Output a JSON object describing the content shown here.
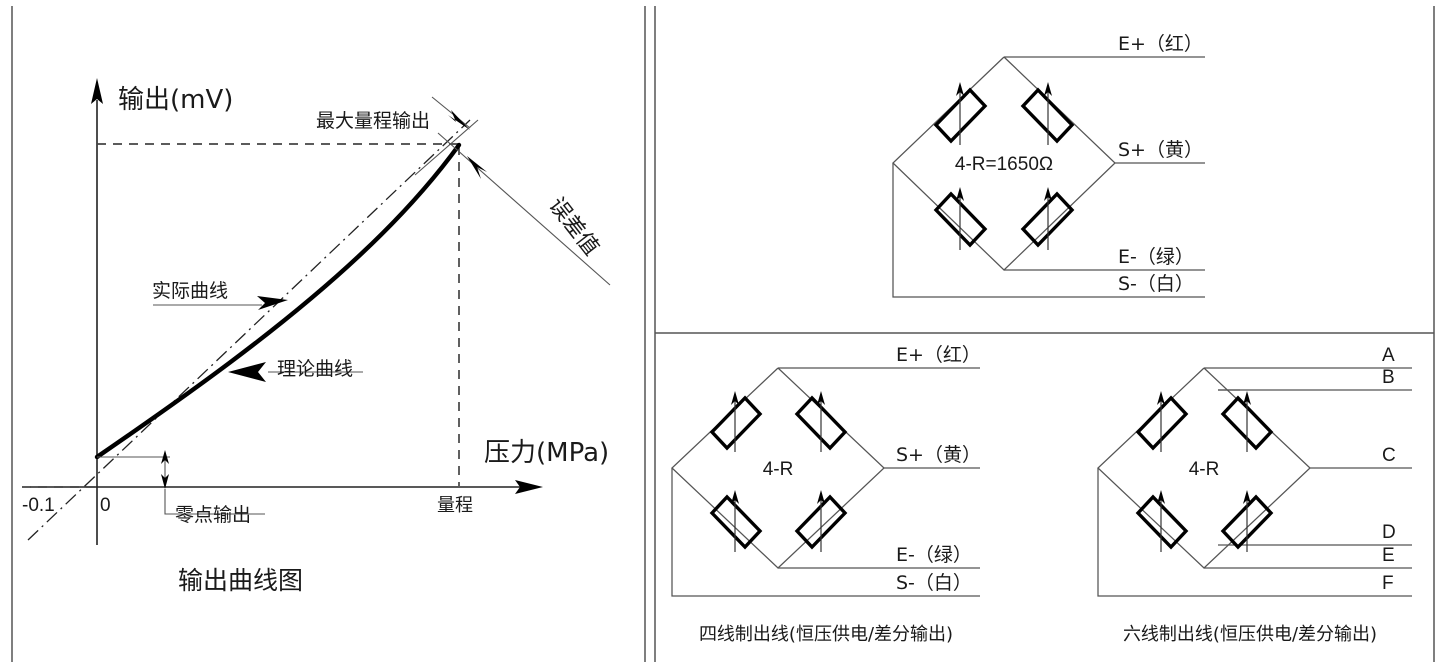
{
  "panels": {
    "left": {
      "title": "输出曲线图",
      "axes": {
        "y_label": "输出(mV)",
        "x_label": "压力(MPa)",
        "origin_tick": "0",
        "neg_tick": "-0.1",
        "span_tick": "量程"
      },
      "annotations": {
        "max_output": "最大量程输出",
        "error_value": "误差值",
        "actual_curve": "实际曲线",
        "theory_curve": "理论曲线",
        "zero_output": "零点输出"
      }
    },
    "top_right": {
      "bridge_label": "4-R=1650Ω",
      "terminals": [
        {
          "name": "E+（红）"
        },
        {
          "name": "S+（黄）"
        },
        {
          "name": "E-（绿）"
        },
        {
          "name": "S-（白）"
        }
      ]
    },
    "bottom_left": {
      "bridge_label": "4-R",
      "caption": "四线制出线(恒压供电/差分输出)",
      "terminals": [
        {
          "name": "E+（红）"
        },
        {
          "name": "S+（黄）"
        },
        {
          "name": "E-（绿）"
        },
        {
          "name": "S-（白）"
        }
      ]
    },
    "bottom_right": {
      "bridge_label": "4-R",
      "caption": "六线制出线(恒压供电/差分输出)",
      "terminals": [
        {
          "name": "A"
        },
        {
          "name": "B"
        },
        {
          "name": "C"
        },
        {
          "name": "D"
        },
        {
          "name": "E"
        },
        {
          "name": "F"
        }
      ]
    }
  },
  "chart_data": {
    "type": "line",
    "title": "输出曲线图",
    "xlabel": "压力(MPa)",
    "ylabel": "输出(mV)",
    "xlim": [
      -0.1,
      1.0
    ],
    "ylim": [
      0,
      1.0
    ],
    "xtick_labels": [
      "-0.1",
      "0",
      "量程"
    ],
    "grid": false,
    "legend": "none",
    "series": [
      {
        "name": "实际曲线",
        "style": "solid-thick",
        "x": [
          0.0,
          0.12,
          0.25,
          0.38,
          0.5,
          0.62,
          0.75,
          0.87,
          1.0
        ],
        "y": [
          0.075,
          0.155,
          0.235,
          0.322,
          0.412,
          0.508,
          0.62,
          0.74,
          0.875
        ]
      },
      {
        "name": "理论曲线",
        "style": "dash-dot",
        "x": [
          -0.1,
          1.0
        ],
        "y": [
          -0.04,
          0.9
        ]
      }
    ],
    "annotations": [
      {
        "text": "最大量程输出",
        "refers_to": "horizontal dashed line at full-scale output"
      },
      {
        "text": "误差值",
        "refers_to": "gap between actual and theoretical curve"
      },
      {
        "text": "零点输出",
        "refers_to": "offset of curve start above zero"
      },
      {
        "text": "量程",
        "refers_to": "full-scale pressure on x-axis"
      }
    ]
  },
  "colors": {
    "line": "#1a1a1a",
    "thin": "#555555",
    "background": "#ffffff"
  }
}
